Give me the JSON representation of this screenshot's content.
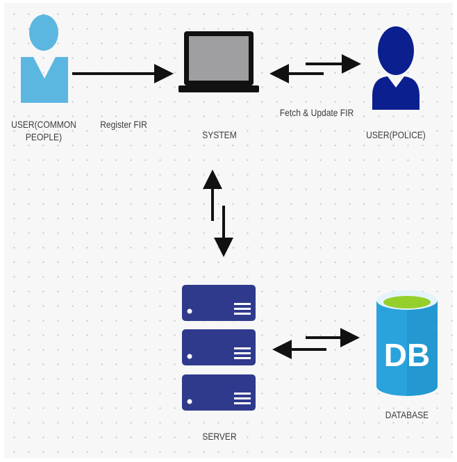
{
  "nodes": {
    "user_common": {
      "label": "USER(COMMON PEOPLE)",
      "color": "#5bb7e0"
    },
    "system": {
      "label": "SYSTEM"
    },
    "user_police": {
      "label": "USER(POLICE)",
      "color": "#0b1f8e"
    },
    "server": {
      "label": "SERVER",
      "color": "#2f3a8c"
    },
    "database": {
      "label": "DATABASE",
      "icon_text": "DB",
      "color": "#2aa3dd",
      "top_color": "#95cf2c"
    }
  },
  "edges": {
    "register": {
      "label": "Register FIR"
    },
    "fetch_update": {
      "label": "Fetch & Update FIR"
    }
  }
}
